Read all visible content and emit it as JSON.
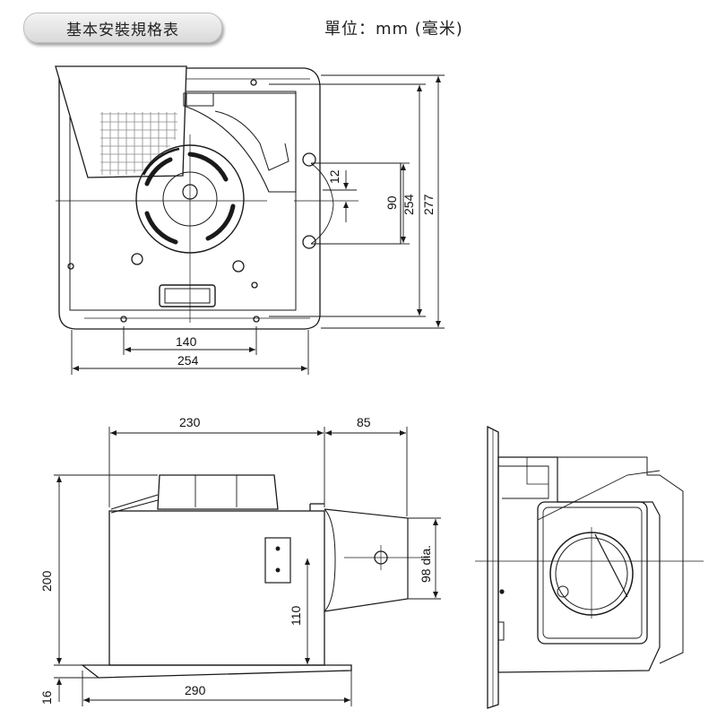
{
  "header": {
    "title": "基本安裝規格表",
    "unit": "單位：mm (毫米)"
  },
  "top_view": {
    "dimensions": {
      "inner_width": "140",
      "outer_width": "254",
      "offset": "12",
      "duct_height": "90",
      "inner_height": "254",
      "outer_height": "277"
    }
  },
  "side_view": {
    "dimensions": {
      "body_width": "230",
      "duct_length": "85",
      "body_height": "200",
      "duct_diameter": "98 dia.",
      "duct_center_height": "110",
      "panel_thickness": "16",
      "panel_width": "290"
    }
  },
  "colors": {
    "line": "#1a1a1a",
    "grille": "#9a9a9a",
    "tab": "#e6e6e6"
  }
}
